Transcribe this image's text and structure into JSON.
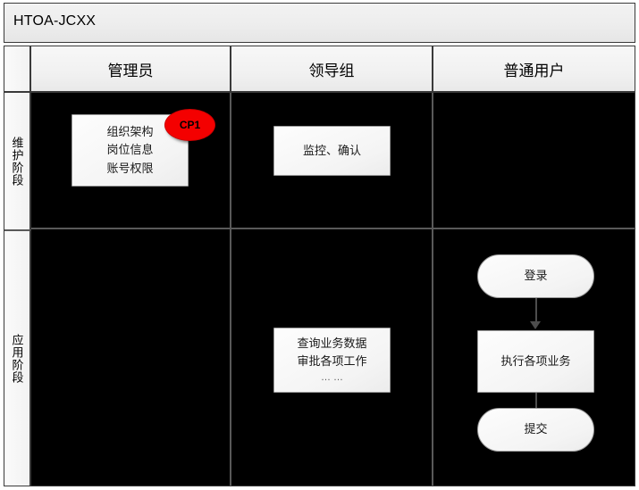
{
  "title_bar": {
    "title": "HTOA-JCXX"
  },
  "colors": {
    "lane_background": "#000000",
    "lane_gridline": "#595959",
    "header_background": "#f1f1f1",
    "shape_fill": "#f4f4f4",
    "shape_border": "#9a9a9a",
    "connector": "#4d4d4d",
    "checkpoint_badge": "#f40000",
    "frame_border": "#3a3a3a"
  },
  "columns": [
    {
      "id": "admin",
      "label": "管理员"
    },
    {
      "id": "leader",
      "label": "领导组"
    },
    {
      "id": "user",
      "label": "普通用户"
    }
  ],
  "rows": [
    {
      "id": "maintain",
      "label": "维护阶段"
    },
    {
      "id": "apply",
      "label": "应用阶段"
    }
  ],
  "shapes": {
    "admin_maintain": {
      "type": "process",
      "lines": [
        "组织架构",
        "岗位信息",
        "账号权限"
      ],
      "badge": "CP1"
    },
    "leader_maintain": {
      "type": "process",
      "lines": [
        "监控、确认"
      ]
    },
    "leader_apply": {
      "type": "process",
      "lines": [
        "查询业务数据",
        "审批各项工作",
        "… …"
      ]
    },
    "user_login": {
      "type": "terminator",
      "lines": [
        "登录"
      ]
    },
    "user_execute": {
      "type": "process",
      "lines": [
        "执行各项业务"
      ]
    },
    "user_submit": {
      "type": "terminator",
      "lines": [
        "提交"
      ]
    }
  }
}
